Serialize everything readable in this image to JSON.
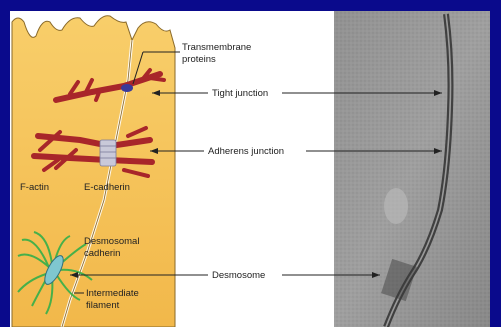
{
  "colors": {
    "background": "#0a0a8c",
    "cell": "#f7c45c",
    "cell_outline": "#8a6a2a",
    "actin": "#a8262a",
    "desmosome_filament": "#46b04a",
    "desmosome_plaque": "#7fc7d0"
  },
  "labels": {
    "transmembrane": [
      "Transmembrane",
      "proteins"
    ],
    "tight_junction": "Tight junction",
    "adherens_junction": "Adherens junction",
    "f_actin": "F-actin",
    "e_cadherin": "E-cadherin",
    "desmosomal_cadherin": [
      "Desmosomal",
      "cadherin"
    ],
    "desmosome": "Desmosome",
    "intermediate_filament": [
      "Intermediate",
      "filament"
    ]
  },
  "micrograph": {
    "icon": "electron-micrograph-image"
  }
}
